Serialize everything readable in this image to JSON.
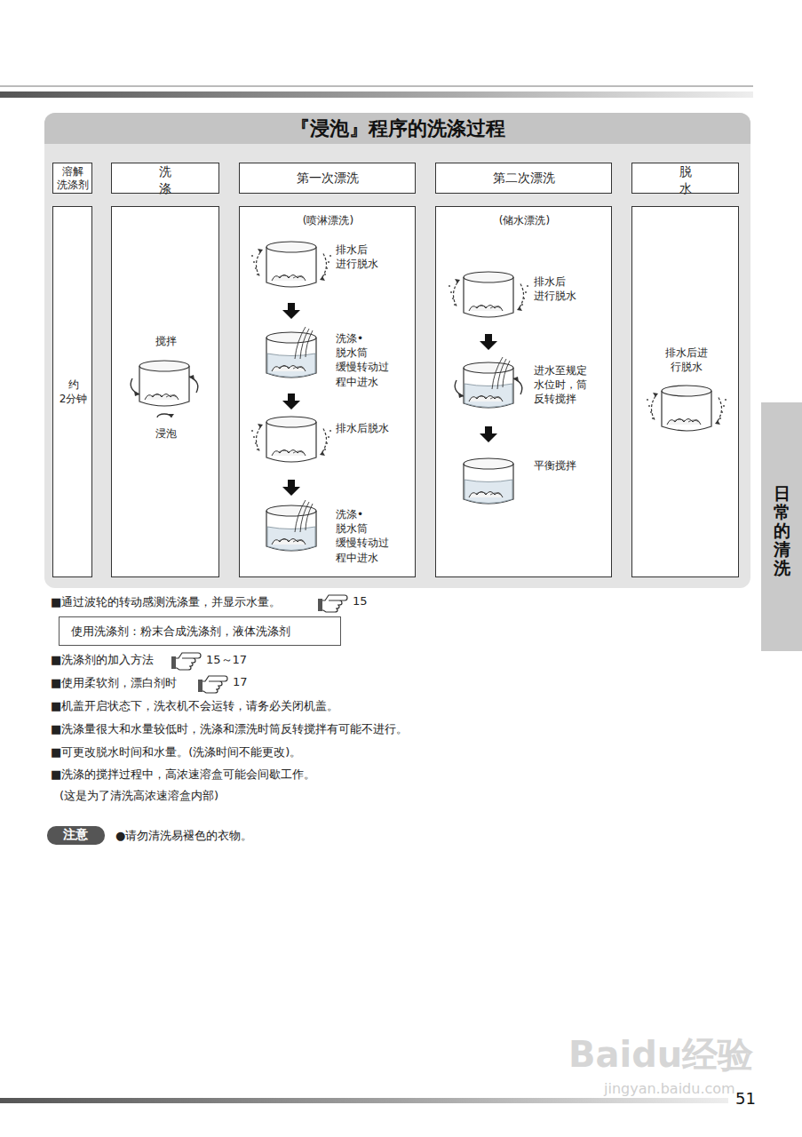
{
  "diagram": {
    "title": "『浸泡』程序的洗涤过程",
    "nodes": [
      {
        "text": [
          "『浸泡』程序的洗涤过程"
        ]
      },
      {
        "text": [
          "溶解 洗涤剂"
        ],
        "in": 0
      },
      {
        "text": [
          "洗 涤"
        ],
        "in": 0
      },
      {
        "text": [
          "第一次漂洗"
        ],
        "in": 0
      },
      {
        "text": [
          "第二次漂洗"
        ],
        "in": 0
      },
      {
        "text": [
          "脱 水"
        ],
        "in": 0
      },
      {
        "text": [
          "约 2分钟"
        ],
        "in": 0
      },
      {
        "text": [
          "搅拌",
          "浸泡"
        ],
        "in": 0
      },
      {
        "text": [
          "(喷淋漂洗)",
          "排水后 进行脱水",
          "洗涤•脱水筒 缓慢转动过 程中进水",
          "排水后脱水",
          "洗涤•脱水筒 缓慢转动过 程中进水"
        ],
        "in": 0
      },
      {
        "text": [
          "(储水漂洗)",
          "排水后 进行脱水",
          "进水至规定 水位时，筒 反转搅拌",
          "平衡搅拌"
        ],
        "in": 0
      },
      {
        "text": [
          "排水后进 行脱水"
        ],
        "in": 0
      },
      {
        "text": [
          "使用洗涤剂：粉末合成洗涤剂，液体洗涤剂"
        ]
      },
      {
        "text": [
          "注意"
        ]
      },
      {
        "text": [
          "日常的清洗"
        ]
      }
    ],
    "labels": [
      "■通过波轮的转动感测洗涤量，并显示水量。",
      "15",
      "■洗涤剂的加入方法",
      "15～17",
      "■使用柔软剂，漂白剂时",
      "17",
      "■机盖开启状态下，洗衣机不会运转，请务必关闭机盖。",
      "■洗涤量很大和水量较低时，洗涤和漂洗时筒反转搅拌有可能不进行。",
      "■可更改脱水时间和水量。(洗涤时间不能更改)。",
      "■洗涤的搅拌过程中，高浓速溶盒可能会间歇工作。",
      "(这是为了清洗高浓速溶盒内部)",
      "●请勿清洗易褪色的衣物。",
      "51",
      "Baidu经验",
      "jingyan.baidu.com"
    ]
  }
}
